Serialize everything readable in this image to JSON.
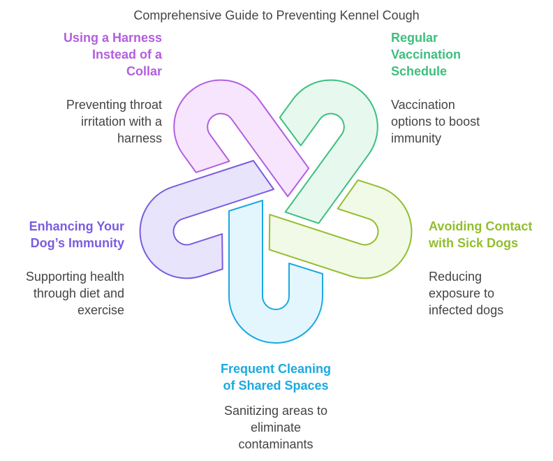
{
  "title": "Comprehensive Guide to Preventing Kennel Cough",
  "items": [
    {
      "heading": "Using a Harness\nInstead of a\nCollar",
      "description": "Preventing throat\nirritation with a\nharness",
      "stroke": "#b25ee0",
      "fill": "#f6e5fc"
    },
    {
      "heading": "Regular\nVaccination\nSchedule",
      "description": "Vaccination\noptions to boost\nimmunity",
      "stroke": "#3dbf7e",
      "fill": "#e7f8ef"
    },
    {
      "heading": "Avoiding Contact\nwith Sick Dogs",
      "description": "Reducing\nexposure to\ninfected dogs",
      "stroke": "#92be2f",
      "fill": "#f1f9e7"
    },
    {
      "heading": "Frequent Cleaning\nof Shared Spaces",
      "description": "Sanitizing areas to\neliminate\ncontaminants",
      "stroke": "#1aa9e0",
      "fill": "#e4f6fd"
    },
    {
      "heading": "Enhancing Your\nDog’s Immunity",
      "description": "Supporting health\nthrough diet and\nexercise",
      "stroke": "#7a5ce0",
      "fill": "#e8e4fb"
    }
  ]
}
